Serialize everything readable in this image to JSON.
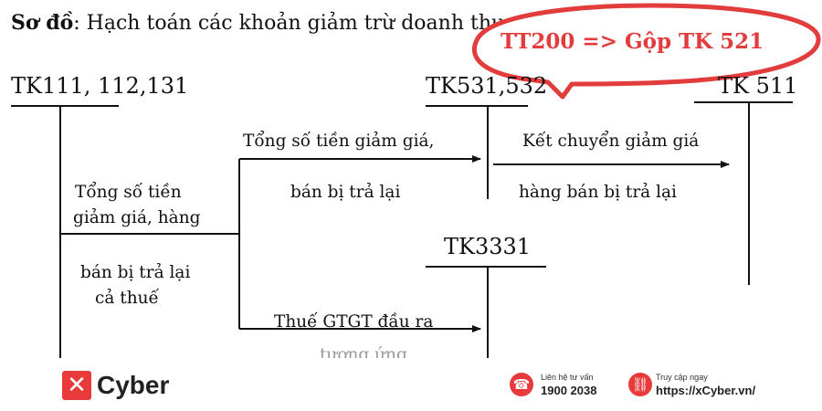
{
  "title": {
    "bold": "Sơ đồ",
    "rest": ": Hạch toán các khoản giảm trừ doanh thu"
  },
  "callout": {
    "text": "TT200 => Gộp TK 521",
    "color": "#e23c3c"
  },
  "accounts": {
    "tk111": "TK111, 112,131",
    "tk531": "TK531,532",
    "tk511": "TK 511",
    "tk3331": "TK3331"
  },
  "labels": {
    "top_arrow_line1": "Tổng  số tiền giảm giá,",
    "top_arrow_line2": "bán bị trả lại",
    "transfer_line1": "Kết chuyển giảm giá",
    "transfer_line2": "hàng bán bị trả lại",
    "left_line1": "Tổng số tiền",
    "left_line2": "giảm giá, hàng",
    "left_line3": "bán bị trả lại",
    "left_line4": "cả thuế",
    "vat_line1": "Thuế GTGT đầu ra",
    "vat_line2": "tương ứng"
  },
  "footer": {
    "logo_mark": "✕",
    "logo_text": "Cyber",
    "contact_label": "Liên hệ tư vấn",
    "contact_value": "1900 2038",
    "web_label": "Truy cập ngay",
    "web_value": "https://xCyber.vn/",
    "accent_color": "#e83a3a"
  }
}
